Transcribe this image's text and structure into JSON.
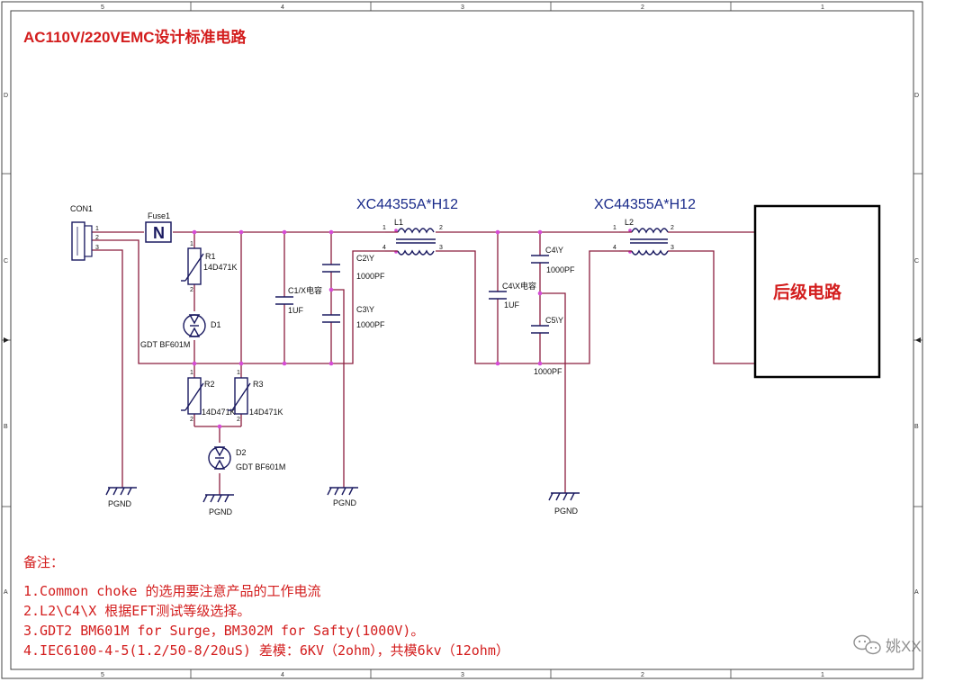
{
  "title": "AC110V/220VEMC设计标准电路",
  "border": {
    "cols_top": [
      "5",
      "4",
      "3",
      "2",
      "1"
    ],
    "cols_bottom": [
      "5",
      "4",
      "3",
      "2",
      "1"
    ],
    "rows": [
      "D",
      "C",
      "B",
      "A"
    ]
  },
  "components": {
    "con1": "CON1",
    "con1_pins": [
      "1",
      "2",
      "3"
    ],
    "fuse": "Fuse1",
    "fuse_symbol": "N",
    "r1": "R1",
    "r1_value": "14D471K",
    "d1": "D1",
    "d1_value": "GDT BF601M",
    "r2": "R2",
    "r2_value": "14D471K",
    "r3": "R3",
    "r3_value": "14D471K",
    "d2": "D2",
    "d2_value": "GDT BF601M",
    "c1": "C1/X电容",
    "c1_value": "1UF",
    "c2": "C2\\Y",
    "c2_value": "1000PF",
    "c3": "C3\\Y",
    "c3_value": "1000PF",
    "l1": "L1",
    "l1_part": "XC44355A*H12",
    "l2": "L2",
    "l2_part": "XC44355A*H12",
    "c4x": "C4\\X电容",
    "c4x_value": "1UF",
    "c4y": "C4\\Y",
    "c4y_value": "1000PF",
    "c5": "C5\\Y",
    "c5_value": "1000PF",
    "coil_pins": [
      "1",
      "2",
      "4",
      "3"
    ],
    "res_pins": [
      "1",
      "2"
    ],
    "pgnd": "PGND",
    "load": "后级电路"
  },
  "notes": {
    "heading": "备注：",
    "items": [
      "1.Common choke 的选用要注意产品的工作电流",
      "2.L2\\C4\\X 根据EFT测试等级选择。",
      "3.GDT2 BM601M for Surge，BM302M for Safty(1000V)。",
      "4.IEC6100-4-5(1.2/50-8/20uS) 差模：6KV（2ohm），共模6kv（12ohm）"
    ]
  },
  "watermark": "姚XX",
  "colors": {
    "title": "#d31d1d",
    "wire": "#8b1e3f",
    "device": "#1a1a60",
    "junction": "#d64bd6",
    "part_label": "#1a2b8a",
    "notes": "#d31d1d"
  }
}
